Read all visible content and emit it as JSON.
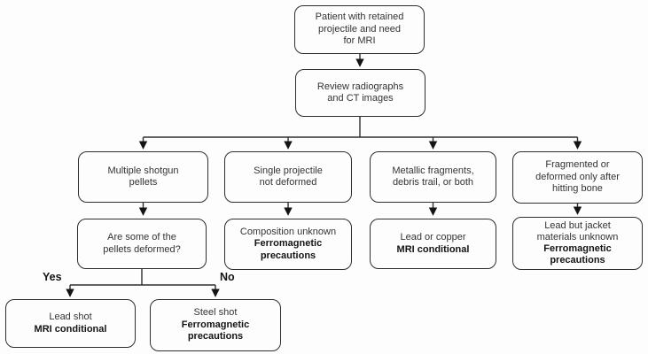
{
  "colors": {
    "line": "#2e2e2e",
    "text": "#333333",
    "bold_text": "#141414",
    "background": "#fdfdfd"
  },
  "labels": {
    "yes": "Yes",
    "no": "No"
  },
  "nodes": {
    "patient": {
      "lines": [
        "Patient with retained",
        "projectile and need",
        "for MRI"
      ]
    },
    "review": {
      "lines": [
        "Review radiographs",
        "and CT images"
      ]
    },
    "shotgun": {
      "lines": [
        "Multiple shotgun",
        "pellets"
      ]
    },
    "single": {
      "lines": [
        "Single projectile",
        "not deformed"
      ]
    },
    "metallic": {
      "lines": [
        "Metallic fragments,",
        "debris trail, or both"
      ]
    },
    "fragmented": {
      "lines": [
        "Fragmented or",
        "deformed only after",
        "hitting bone"
      ]
    },
    "deformed_question": {
      "lines": [
        "Are some of the",
        "pellets deformed?"
      ]
    },
    "composition": {
      "lines": [
        "Composition unknown"
      ],
      "bold": [
        "Ferromagnetic",
        "precautions"
      ]
    },
    "lead_copper": {
      "lines": [
        "Lead or copper"
      ],
      "bold": [
        "MRI conditional"
      ]
    },
    "lead_jacket": {
      "lines": [
        "Lead but jacket",
        "materials unknown"
      ],
      "bold": [
        "Ferromagnetic",
        "precautions"
      ]
    },
    "lead_shot": {
      "lines": [
        "Lead shot"
      ],
      "bold": [
        "MRI conditional"
      ]
    },
    "steel_shot": {
      "lines": [
        "Steel shot"
      ],
      "bold": [
        "Ferromagnetic",
        "precautions"
      ]
    }
  }
}
